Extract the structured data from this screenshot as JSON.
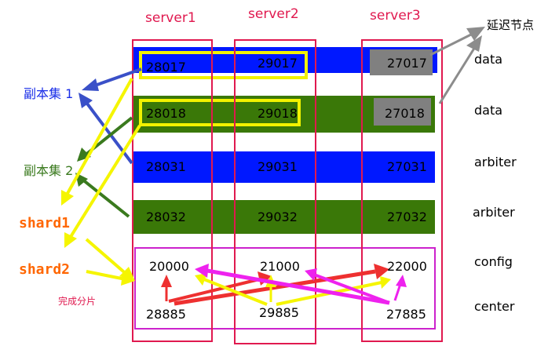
{
  "colors": {
    "server_box": "#e0194f",
    "data_row_blue": "#0018ff",
    "data_row_green": "#3a7808",
    "replica_highlight": "#f2f200",
    "delay_node": "#808080",
    "config_box": "#cc22cc",
    "arrow_blue": "#3a50c8",
    "arrow_green": "#3a7a1e",
    "arrow_yellow": "#f5f500",
    "arrow_red": "#ee3030",
    "arrow_magenta": "#ee22ee",
    "arrow_gray": "#8c8c8c",
    "shard_label": "#ff6600"
  },
  "servers": [
    "server1",
    "server2",
    "server3"
  ],
  "rows": [
    {
      "ports": [
        "28017",
        "29017",
        "27017"
      ],
      "role": "data"
    },
    {
      "ports": [
        "28018",
        "29018",
        "27018"
      ],
      "role": "data"
    },
    {
      "ports": [
        "28031",
        "29031",
        "27031"
      ],
      "role": "arbiter"
    },
    {
      "ports": [
        "28032",
        "29032",
        "27032"
      ],
      "role": "arbiter"
    }
  ],
  "config_row": {
    "ports": [
      "20000",
      "21000",
      "22000"
    ],
    "role": "config"
  },
  "center_row": {
    "ports": [
      "28885",
      "29885",
      "27885"
    ],
    "role": "center"
  },
  "labels": {
    "delay_node": "延迟节点",
    "replica_set_1": "副本集 1",
    "replica_set_2": "副本集 2",
    "shard1": "shard1",
    "shard2": "shard2",
    "done_sharding": "完成分片"
  }
}
